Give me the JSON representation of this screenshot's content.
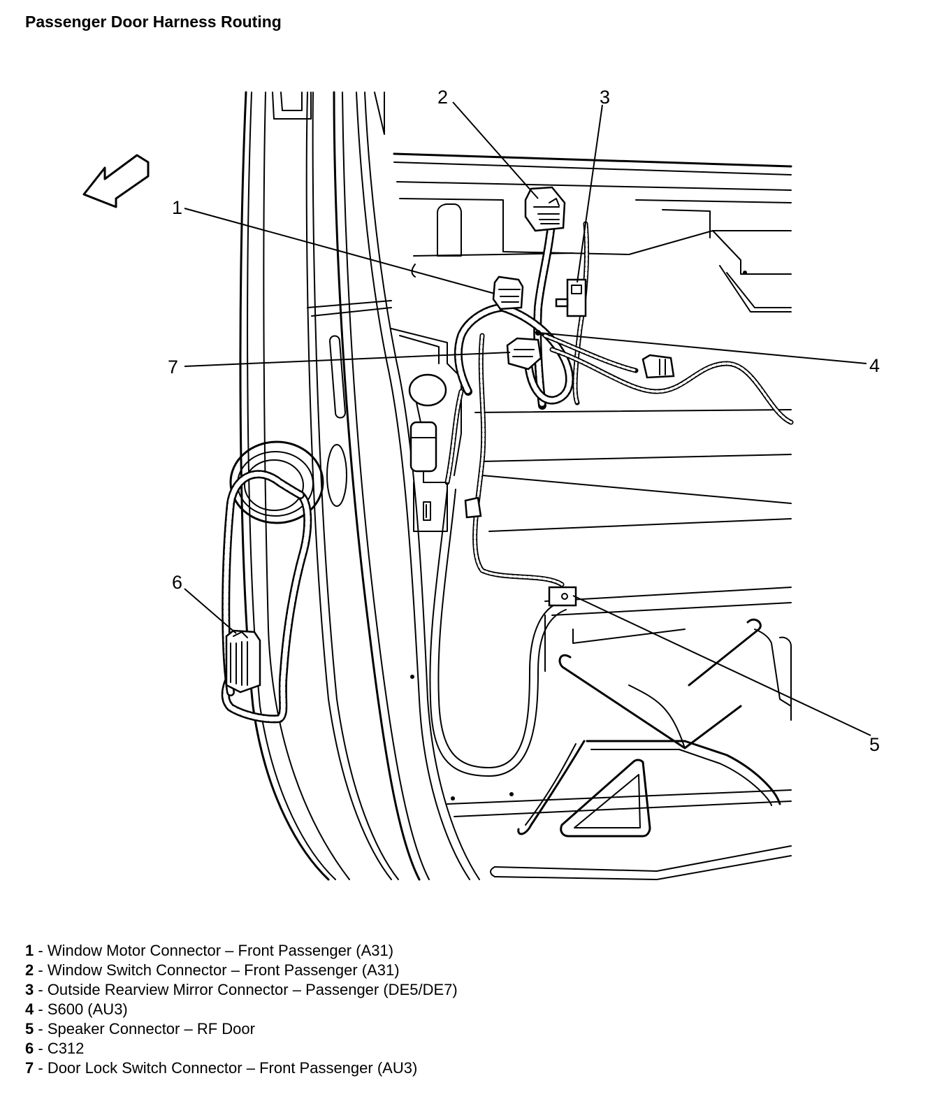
{
  "title": "Passenger Door Harness Routing",
  "callouts": [
    {
      "num": "1"
    },
    {
      "num": "2"
    },
    {
      "num": "3"
    },
    {
      "num": "4"
    },
    {
      "num": "5"
    },
    {
      "num": "6"
    },
    {
      "num": "7"
    }
  ],
  "legend": [
    {
      "num": "1",
      "sep": " - ",
      "name": "Window Motor Connector",
      "dash": " – ",
      "detail": "Front Passenger (A31)"
    },
    {
      "num": "2",
      "sep": " - ",
      "name": "Window Switch Connector",
      "dash": " – ",
      "detail": "Front Passenger (A31)"
    },
    {
      "num": "3",
      "sep": " - ",
      "name": "Outside Rearview Mirror Connector",
      "dash": " – ",
      "detail": "Passenger (DE5/DE7)"
    },
    {
      "num": "4",
      "sep": " - ",
      "name": "S600 (AU3)",
      "dash": "",
      "detail": ""
    },
    {
      "num": "5",
      "sep": " - ",
      "name": "Speaker Connector",
      "dash": " – ",
      "detail": "RF Door"
    },
    {
      "num": "6",
      "sep": " - ",
      "name": "C312",
      "dash": "",
      "detail": ""
    },
    {
      "num": "7",
      "sep": " - ",
      "name": "Door Lock Switch Connector",
      "dash": " – ",
      "detail": "Front Passenger (AU3)"
    }
  ],
  "icons": {
    "direction": "front-arrow-icon"
  }
}
